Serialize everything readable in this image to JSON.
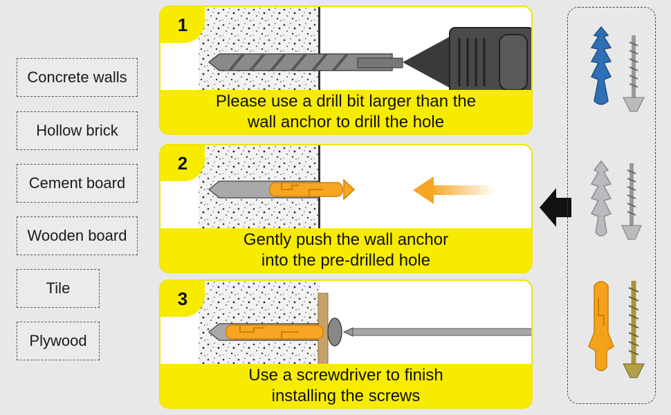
{
  "materials": [
    {
      "label": "Concrete walls"
    },
    {
      "label": "Hollow brick"
    },
    {
      "label": "Cement board"
    },
    {
      "label": "Wooden board"
    },
    {
      "label": "Tile"
    },
    {
      "label": "Plywood"
    }
  ],
  "steps": [
    {
      "number": "1",
      "line1": "Please use a drill bit larger than the",
      "line2": "wall anchor to drill the hole"
    },
    {
      "number": "2",
      "line1": "Gently push the wall anchor",
      "line2": "into the pre-drilled hole"
    },
    {
      "number": "3",
      "line1": "Use a screwdriver to finish",
      "line2": "installing the screws"
    }
  ],
  "anchor_kits": [
    {
      "anchor_color": "#2f6fb5",
      "screw_type": "silver"
    },
    {
      "anchor_color": "#b9bbbf",
      "screw_type": "silver"
    },
    {
      "anchor_color": "#f4a21c",
      "screw_type": "gold"
    }
  ],
  "colors": {
    "caption_yellow": "#f7ec00",
    "push_arrow": "#f6a623"
  }
}
